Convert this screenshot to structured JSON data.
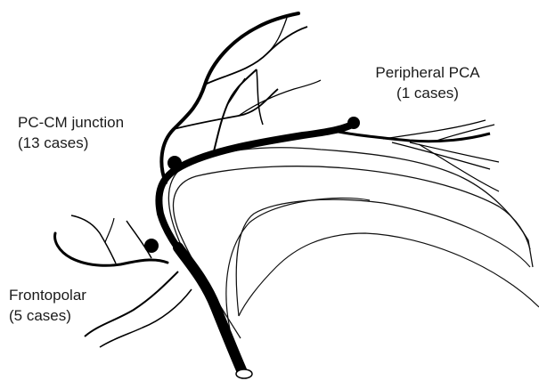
{
  "labels": {
    "pc_cm_junction": {
      "name": "PC-CM junction",
      "cases": "(13 cases)"
    },
    "peripheral_pca": {
      "name": "Peripheral PCA",
      "cases": "(1 cases)"
    },
    "frontopolar": {
      "name": "Frontopolar",
      "cases": "(5 cases)"
    }
  },
  "colors": {
    "vessel": "#000000",
    "outline": "#111111",
    "text": "#1a1a1a",
    "background": "#ffffff"
  }
}
